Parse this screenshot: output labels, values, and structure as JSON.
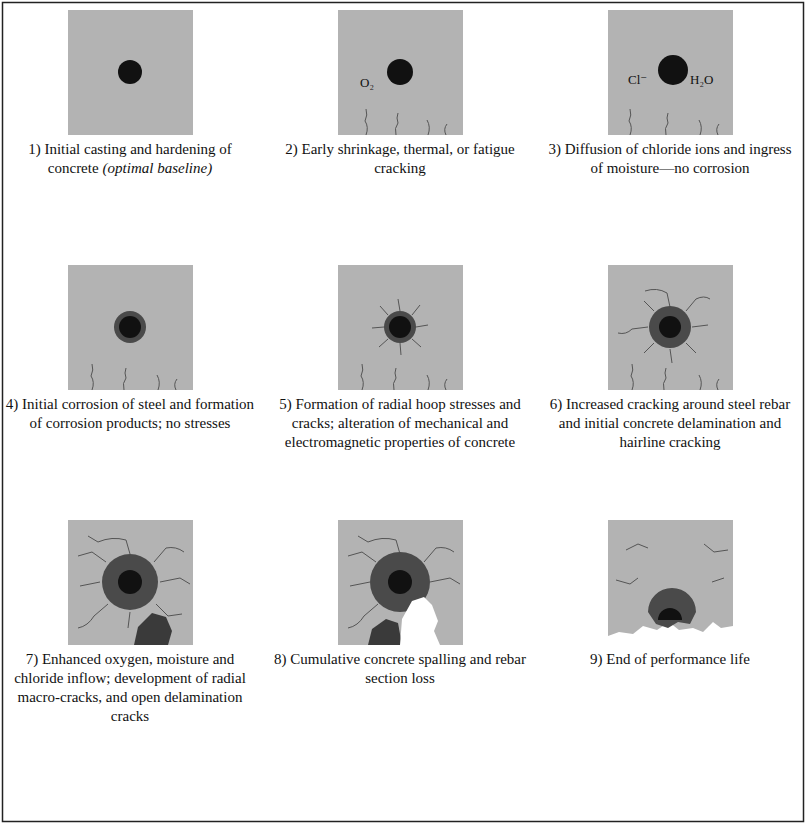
{
  "diagram": {
    "labels": [
      "1) Initial casting and hardening of concrete",
      "(optimal baseline)",
      "O₂",
      "2) Early shrinkage, thermal, or fatigue cracking",
      "Cl⁻",
      "H₂O",
      "3) Diffusion of chloride ions and ingress of moisture—no corrosion",
      "4) Initial corrosion of steel and formation of corrosion products; no stresses",
      "5) Formation of radial hoop stresses and cracks; alteration of mechanical and electromagnetic properties of concrete",
      "6) Increased cracking around steel rebar and initial concrete delamination and hairline cracking",
      "7) Enhanced oxygen, moisture and chloride inflow; development of radial macro-cracks, and open delamination cracks",
      "8) Cumulative concrete spalling and rebar section loss",
      "9) End of performance life"
    ]
  }
}
